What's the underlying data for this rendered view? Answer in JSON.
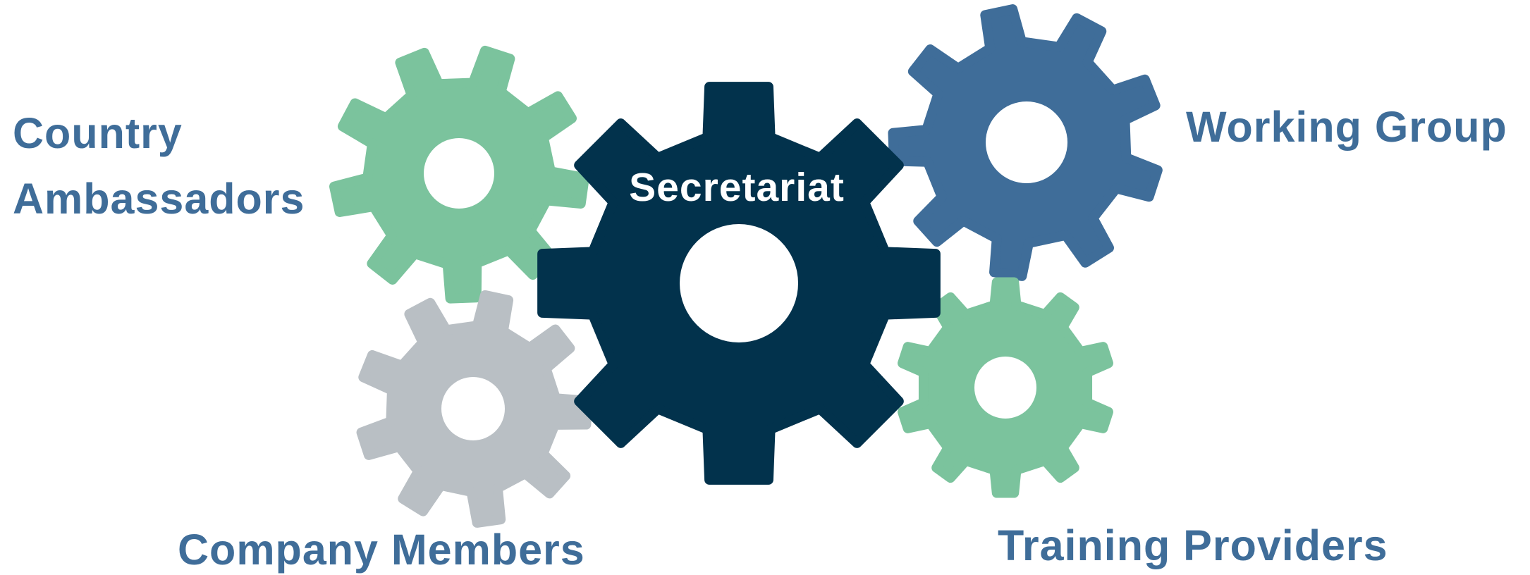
{
  "colors": {
    "label_text": "#3f6d99",
    "secretariat_gear": "#02324c",
    "working_group_gear": "#3f6d99",
    "country_ambassadors_gear": "#7bc39d",
    "training_providers_gear": "#7bc39d",
    "company_members_gear": "#b9bfc4",
    "secretariat_text": "#ffffff"
  },
  "diagram": {
    "center": {
      "label": "Secretariat"
    },
    "labels": {
      "country_ambassadors_line1": "Country",
      "country_ambassadors_line2": "Ambassadors",
      "working_group": "Working Group",
      "company_members": "Company Members",
      "training_providers": "Training Providers"
    }
  }
}
